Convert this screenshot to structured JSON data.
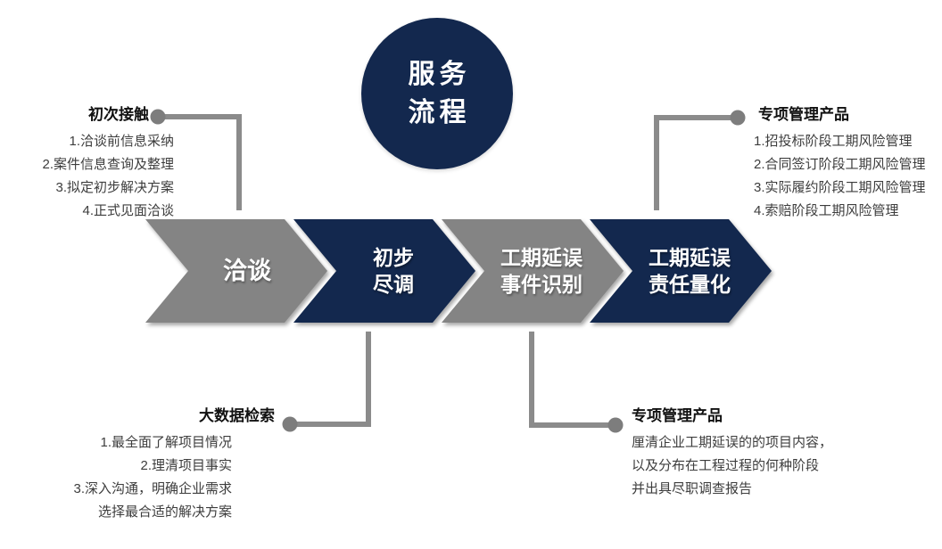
{
  "title_circle": {
    "line1": "服务",
    "line2": "流程"
  },
  "steps": [
    {
      "line1": "洽谈",
      "line2": "",
      "color": "gray"
    },
    {
      "line1": "初步",
      "line2": "尽调",
      "color": "navy"
    },
    {
      "line1": "工期延误",
      "line2": "事件识别",
      "color": "gray"
    },
    {
      "line1": "工期延误",
      "line2": "责任量化",
      "color": "navy"
    }
  ],
  "annotations": {
    "top_left": {
      "title": "初次接触",
      "items": [
        "1.洽谈前信息采纳",
        "2.案件信息查询及整理",
        "3.拟定初步解决方案",
        "4.正式见面洽谈"
      ]
    },
    "top_right": {
      "title": "专项管理产品",
      "items": [
        "1.招投标阶段工期风险管理",
        "2.合同签订阶段工期风险管理",
        "3.实际履约阶段工期风险管理",
        "4.索赔阶段工期风险管理"
      ]
    },
    "bottom_left": {
      "title": "大数据检索",
      "items": [
        "1.最全面了解项目情况",
        "2.理清项目事实",
        "3.深入沟通，明确企业需求",
        "选择最合适的解决方案"
      ]
    },
    "bottom_right": {
      "title": "专项管理产品",
      "items": [
        "厘清企业工期延误的的项目内容，",
        "以及分布在工程过程的何种阶段",
        "并出具尽职调查报告"
      ]
    }
  },
  "colors": {
    "navy": "#13284e",
    "chevron_gray": "#848484",
    "connector_gray": "#8b8b8b",
    "heading_text": "#111111",
    "item_text": "#3d3d3d",
    "background": "#ffffff"
  }
}
